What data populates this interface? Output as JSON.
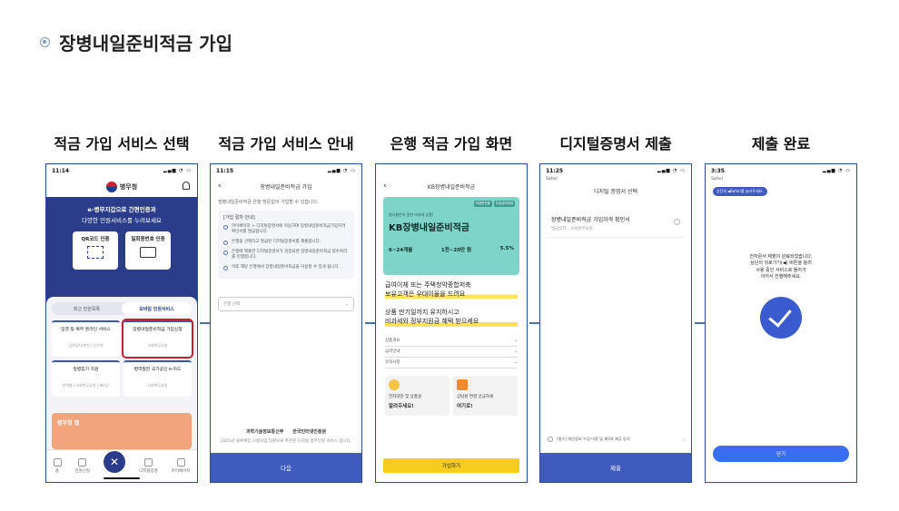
{
  "title": "장병내일준비적금 가입",
  "steps": [
    {
      "label": "적금 가입 서비스 선택"
    },
    {
      "label": "적금 가입 서비스 안내"
    },
    {
      "label": "은행 적금 가입 화면"
    },
    {
      "label": "디지털증명서 제출"
    },
    {
      "label": "제출 완료"
    }
  ],
  "phone1": {
    "time": "11:14",
    "logo": "병무청",
    "hero_line1": "e-병무지갑으로 간편인증과",
    "hero_line2": "다양한 민원서비스를 누려보세요",
    "btn_qr": "QR코드 인증",
    "btn_card": "일회용번호 인증",
    "tab1": "최근 민원목록",
    "tab2": "모바일 민원서비스",
    "cards": [
      {
        "title": "입영 등 복무 온라인 서비스",
        "sub": "입영일자/본인 | 단가역"
      },
      {
        "title": "장병내일준비적금 가입신청",
        "sub": "사회복무요원"
      },
      {
        "title": "일병휴가 지원",
        "sub": "현역병 | 사회복무요원 | 예비군"
      },
      {
        "title": "병역필한 국가공인 e-카드",
        "sub": "사회복무요원"
      }
    ],
    "promo": "병무청 앱",
    "nav": [
      "홈",
      "민원신청",
      "",
      "디지털증명",
      "마이페이지"
    ]
  },
  "phone2": {
    "time": "11:15",
    "header": "장병내일준비적금 가입",
    "intro": "장병내일준비적금 은행 방문없이 가입할 수 있습니다.",
    "box_head": "[가입 절차 안내]",
    "steps": [
      "마이페이지 > 디지털증명서에 이동하여 장병내일준비적금가입자격확인서를 발급합니다.",
      "은행을 선택하고 발급된 디지털증명서를 제출합니다.",
      "은행에 제출한 디지털증명서가 검증되면 장병내일준비적금 접수처리를 진행합니다.",
      "이후 해당 은행에서 장병내일준비적금을 이용할 수 있게 됩니다."
    ],
    "select_placeholder": "은행 선택",
    "logo1": "과학기술정보통신부",
    "logo2": "한국인터넷진흥원",
    "foot_note": "2021년 블록체인 시범사업 일환으로 추진된 디지털 병무민원 서비스 입니다.",
    "button": "다음"
  },
  "phone3": {
    "header": "KB장병내일준비적금",
    "tag1": "비대면전용",
    "tag2": "우대금리최대",
    "sub": "병사들만의 알찬 비과세 상품!",
    "product": "KB장병내일준비적금",
    "stat1": "6~24개월",
    "stat2": "1천~20만 원",
    "stat3": "5.5%",
    "text1": "급여이체 또는 주택청약종합저축",
    "text2": "보유고객은 우대이율을 드려요",
    "text3": "상품 만기일까지 유지하시고",
    "text4": "비과세와 정부지원금 혜택 받으세요",
    "acc": [
      "상품개요",
      "금리안내",
      "유의사항"
    ],
    "box1_small": "전자약관 및 상품설",
    "box1_big": "알려주세요!",
    "box2_small": "상담원 연결 궁금하세",
    "box2_big": "여기로!",
    "button": "가입하기"
  },
  "phone4": {
    "time": "11:25",
    "safari": "Safari",
    "title": "디지털 증명서 선택",
    "item_name": "장병내일준비적금 가입자격 확인서",
    "item_desc": "발급일자 : 사회복무요원",
    "agree": "[필수] 개인정보 수집·이용 및 제3자 제공 동의",
    "button": "제출"
  },
  "phone5": {
    "time": "3:35",
    "safari": "Safari",
    "chip": "상단의 ◀Safari를 눌러주세요.",
    "msg1": "전자문서 제출이 완료되었습니다.",
    "msg2": "상단의 뒤로가기(◀) 버튼을 눌러",
    "msg3": "사용 중인 서비스로 돌아가",
    "msg4": "이어서 진행해주세요.",
    "button": "닫기"
  },
  "colors": {
    "accent": "#3e5bbd",
    "hero": "#2b3d8a",
    "highlight": "#c8202f",
    "teal": "#7fd4c9",
    "yellow": "#f7cc1e"
  }
}
